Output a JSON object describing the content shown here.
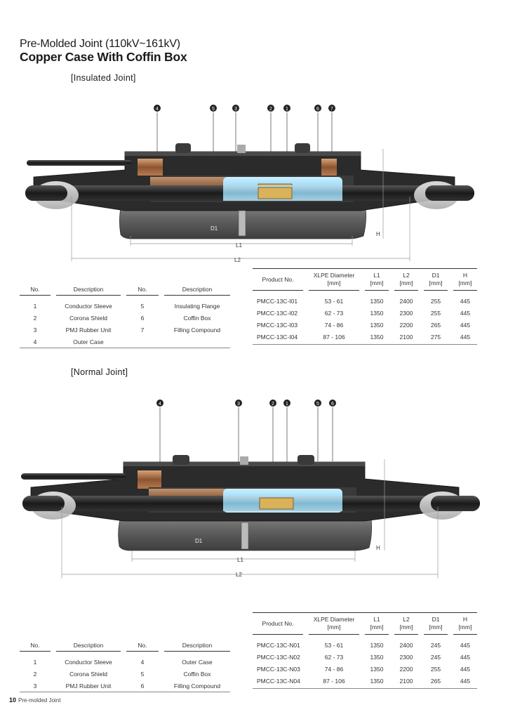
{
  "header": {
    "subtitle": "Pre-Molded Joint (110kV~161kV)",
    "title": "Copper Case With Coffin Box"
  },
  "insulated": {
    "heading": "[Insulated Joint]",
    "callouts": [
      "4",
      "5",
      "3",
      "2",
      "1",
      "6",
      "7"
    ],
    "dims": {
      "D1": "D1",
      "L1": "L1",
      "L2": "L2",
      "H": "H"
    },
    "legend": {
      "headers": [
        "No.",
        "Description",
        "No.",
        "Description"
      ],
      "rows": [
        [
          "1",
          "Conductor Sleeve",
          "5",
          "Insulating Flange"
        ],
        [
          "2",
          "Corona Shield",
          "6",
          "Coffin Box"
        ],
        [
          "3",
          "PMJ Rubber Unit",
          "7",
          "Filling Compound"
        ],
        [
          "4",
          "Outer Case",
          "",
          ""
        ]
      ]
    },
    "spec": {
      "headers": [
        {
          "top": "Product No.",
          "bottom": ""
        },
        {
          "top": "XLPE Diameter",
          "bottom": "[mm]"
        },
        {
          "top": "L1",
          "bottom": "[mm]"
        },
        {
          "top": "L2",
          "bottom": "[mm]"
        },
        {
          "top": "D1",
          "bottom": "[mm]"
        },
        {
          "top": "H",
          "bottom": "[mm]"
        }
      ],
      "rows": [
        [
          "PMCC-13C-I01",
          "53 - 61",
          "1350",
          "2400",
          "255",
          "445"
        ],
        [
          "PMCC-13C-I02",
          "62 - 73",
          "1350",
          "2300",
          "255",
          "445"
        ],
        [
          "PMCC-13C-I03",
          "74 - 86",
          "1350",
          "2200",
          "265",
          "445"
        ],
        [
          "PMCC-13C-I04",
          "87 - 106",
          "1350",
          "2100",
          "275",
          "445"
        ]
      ]
    }
  },
  "normal": {
    "heading": "[Normal Joint]",
    "callouts": [
      "4",
      "3",
      "2",
      "1",
      "5",
      "6"
    ],
    "dims": {
      "D1": "D1",
      "L1": "L1",
      "L2": "L2",
      "H": "H"
    },
    "legend": {
      "headers": [
        "No.",
        "Description",
        "No.",
        "Description"
      ],
      "rows": [
        [
          "1",
          "Conductor Sleeve",
          "4",
          "Outer Case"
        ],
        [
          "2",
          "Corona Shield",
          "5",
          "Coffin Box"
        ],
        [
          "3",
          "PMJ Rubber Unit",
          "6",
          "Filling Compound"
        ]
      ]
    },
    "spec": {
      "headers": [
        {
          "top": "Product No.",
          "bottom": ""
        },
        {
          "top": "XLPE Diameter",
          "bottom": "[mm]"
        },
        {
          "top": "L1",
          "bottom": "[mm]"
        },
        {
          "top": "L2",
          "bottom": "[mm]"
        },
        {
          "top": "D1",
          "bottom": "[mm]"
        },
        {
          "top": "H",
          "bottom": "[mm]"
        }
      ],
      "rows": [
        [
          "PMCC-13C-N01",
          "53 - 61",
          "1350",
          "2400",
          "245",
          "445"
        ],
        [
          "PMCC-13C-N02",
          "62 - 73",
          "1350",
          "2300",
          "245",
          "445"
        ],
        [
          "PMCC-13C-N03",
          "74 - 86",
          "1350",
          "2200",
          "255",
          "445"
        ],
        [
          "PMCC-13C-N04",
          "87 - 106",
          "1350",
          "2100",
          "265",
          "445"
        ]
      ]
    }
  },
  "footer": {
    "page": "10",
    "label": "Pre-molded Joint"
  }
}
